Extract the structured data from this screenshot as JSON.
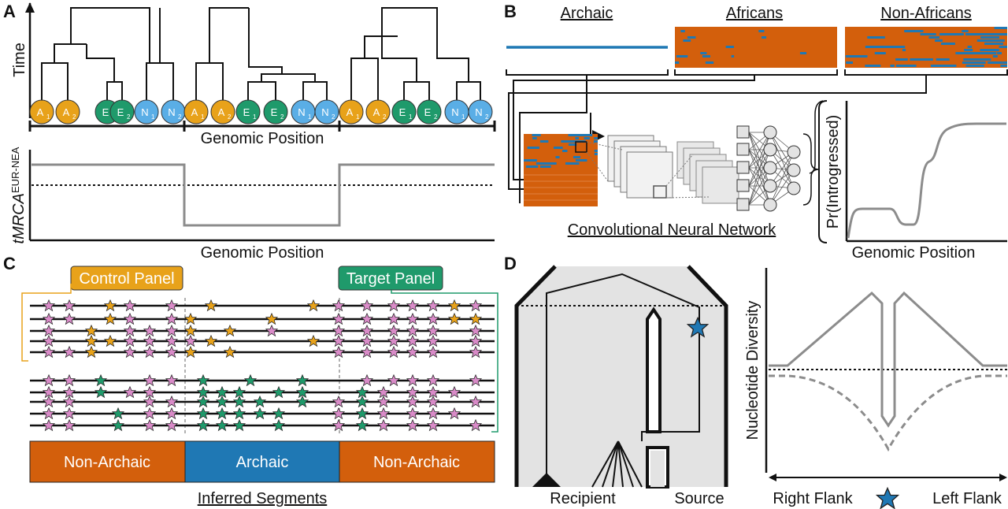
{
  "panels": {
    "A": {
      "letter": "A",
      "y_axis_label": "Time",
      "x_axis_label": "Genomic Position",
      "lower_y_label_main": "tMRCA",
      "lower_y_label_sub": "EUR-NEA",
      "lower_x_label": "Genomic Position",
      "nodes": [
        {
          "base": "A",
          "sub": "1",
          "color": "#e8a21a"
        },
        {
          "base": "A",
          "sub": "2",
          "color": "#e8a21a"
        },
        {
          "base": "E",
          "sub": "1",
          "color": "#1f9a6b"
        },
        {
          "base": "E",
          "sub": "2",
          "color": "#1f9a6b"
        },
        {
          "base": "N",
          "sub": "1",
          "color": "#5aaee6"
        },
        {
          "base": "N",
          "sub": "2",
          "color": "#5aaee6"
        }
      ]
    },
    "B": {
      "letter": "B",
      "headers": [
        "Archaic",
        "Africans",
        "Non-Africans"
      ],
      "cnn_label": "Convolutional Neural Network",
      "y_axis_label": "Pr(Introgressed)",
      "x_axis_label": "Genomic Position"
    },
    "C": {
      "letter": "C",
      "control_label": "Control Panel",
      "target_label": "Target Panel",
      "segments": [
        "Non-Archaic",
        "Archaic",
        "Non-Archaic"
      ],
      "inferred_label": "Inferred Segments"
    },
    "D": {
      "letter": "D",
      "recipient_label": "Recipient",
      "source_label": "Source",
      "y_axis_label": "Nucleotide Diversity",
      "right_flank_label": "Right Flank",
      "left_flank_label": "Left Flank"
    }
  },
  "colors": {
    "orange": "#d35f0c",
    "blue": "#1f78b4",
    "yellow": "#e8a21a",
    "green": "#1f9a6b",
    "lightblue": "#5aaee6",
    "pink": "#d98bc8",
    "gray": "#8c8c8c"
  }
}
